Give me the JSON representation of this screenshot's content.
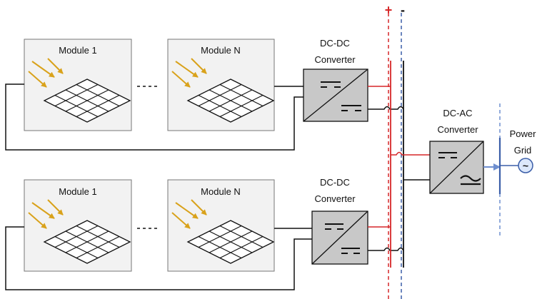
{
  "strings": [
    {
      "id": "s1",
      "text": "Module 1"
    },
    {
      "id": "s2",
      "text": "Module N"
    },
    {
      "id": "s3",
      "text": "Module 1"
    },
    {
      "id": "s4",
      "text": "Module N"
    },
    {
      "id": "s5",
      "text": "DC-DC"
    },
    {
      "id": "s6",
      "text": "Converter"
    },
    {
      "id": "s7",
      "text": "DC-DC"
    },
    {
      "id": "s8",
      "text": "Converter"
    },
    {
      "id": "s9",
      "text": "DC-AC"
    },
    {
      "id": "s10",
      "text": "Converter"
    },
    {
      "id": "s11",
      "text": "Power"
    },
    {
      "id": "s12",
      "text": "Grid"
    },
    {
      "id": "s13",
      "text": "+"
    },
    {
      "id": "s14",
      "text": "-"
    },
    {
      "id": "s15",
      "text": "~"
    }
  ],
  "colors": {
    "positive_bus": "#d62728",
    "negative_bus": "#3b5ea8",
    "grid_line": "#6f8fcf",
    "module_fill": "#f2f2f2",
    "converter_fill": "#c8c8c8",
    "sun_rays": "#d9a21b",
    "wire": "#111111",
    "grid_source_fill": "#dce8fb"
  },
  "icons": [
    "sun-rays-icon",
    "solar-panel-icon",
    "dc-dc-converter-icon",
    "dc-ac-converter-icon",
    "ac-source-icon"
  ]
}
